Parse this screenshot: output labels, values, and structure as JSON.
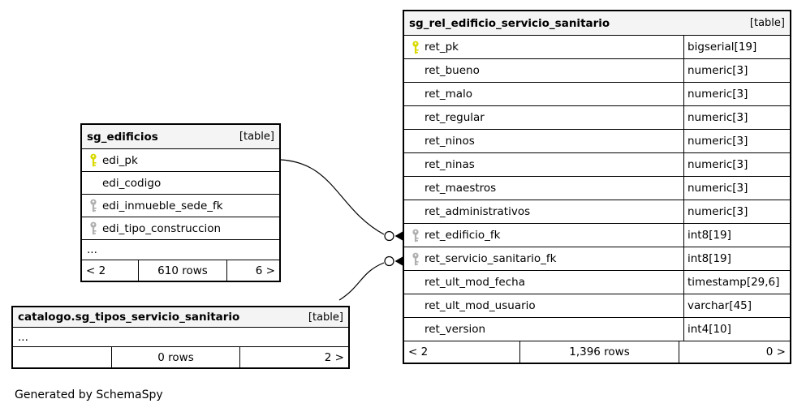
{
  "page": {
    "footer_note": "Generated by SchemaSpy"
  },
  "colors": {
    "header_bg": "#f4f4f4",
    "border": "#000000",
    "pk_key": "#d9d900",
    "fk_key": "#b0b0b0",
    "row_bg": "#ffffff"
  },
  "icons": {
    "pk": "primary-key-icon",
    "fk": "foreign-key-icon",
    "cardinality_end": "circle-arrow-connector-icon"
  },
  "tables": [
    {
      "name": "sg_rel_edificio_servicio_sanitario",
      "tag": "[table]",
      "columns": [
        {
          "name": "ret_pk",
          "type": "bigserial[19]",
          "key": "pk"
        },
        {
          "name": "ret_bueno",
          "type": "numeric[3]",
          "key": ""
        },
        {
          "name": "ret_malo",
          "type": "numeric[3]",
          "key": ""
        },
        {
          "name": "ret_regular",
          "type": "numeric[3]",
          "key": ""
        },
        {
          "name": "ret_ninos",
          "type": "numeric[3]",
          "key": ""
        },
        {
          "name": "ret_ninas",
          "type": "numeric[3]",
          "key": ""
        },
        {
          "name": "ret_maestros",
          "type": "numeric[3]",
          "key": ""
        },
        {
          "name": "ret_administrativos",
          "type": "numeric[3]",
          "key": ""
        },
        {
          "name": "ret_edificio_fk",
          "type": "int8[19]",
          "key": "fk"
        },
        {
          "name": "ret_servicio_sanitario_fk",
          "type": "int8[19]",
          "key": "fk"
        },
        {
          "name": "ret_ult_mod_fecha",
          "type": "timestamp[29,6]",
          "key": ""
        },
        {
          "name": "ret_ult_mod_usuario",
          "type": "varchar[45]",
          "key": ""
        },
        {
          "name": "ret_version",
          "type": "int4[10]",
          "key": ""
        }
      ],
      "footer": [
        "< 2",
        "1,396 rows",
        "0 >"
      ]
    },
    {
      "name": "sg_edificios",
      "tag": "[table]",
      "columns": [
        {
          "name": "edi_pk",
          "key": "pk"
        },
        {
          "name": "edi_codigo",
          "key": ""
        },
        {
          "name": "edi_inmueble_sede_fk",
          "key": "fk"
        },
        {
          "name": "edi_tipo_construccion",
          "key": "fk"
        },
        {
          "name": "...",
          "key": "ellipsis"
        }
      ],
      "footer": [
        "< 2",
        "610 rows",
        "6 >"
      ]
    },
    {
      "name": "catalogo.sg_tipos_servicio_sanitario",
      "tag": "[table]",
      "columns": [
        {
          "name": "...",
          "key": "ellipsis"
        }
      ],
      "footer": [
        "",
        "0 rows",
        "2 >"
      ]
    }
  ]
}
